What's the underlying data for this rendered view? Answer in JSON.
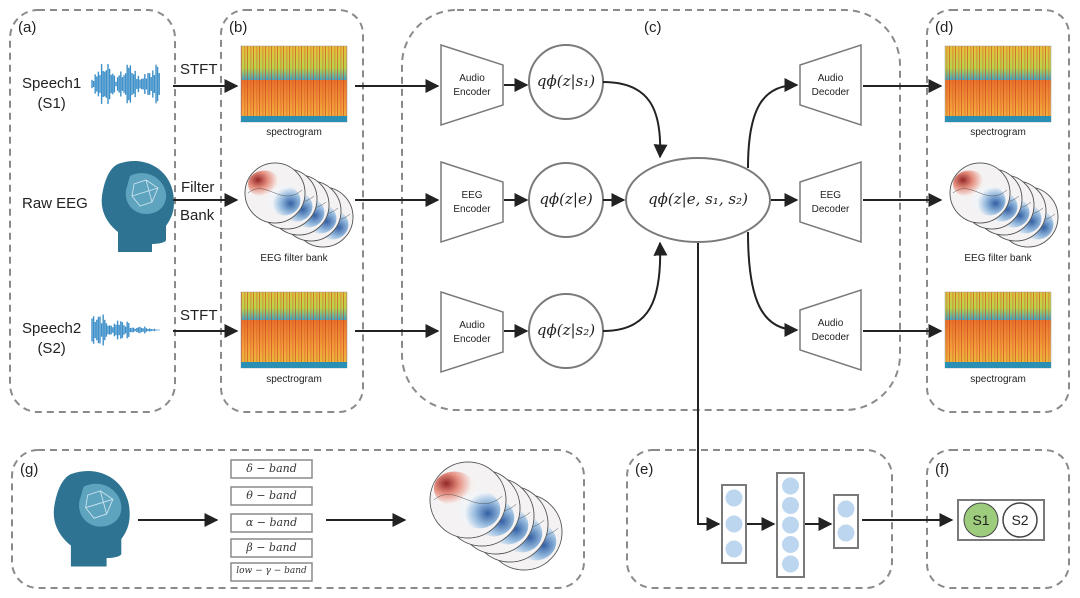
{
  "panels": {
    "a": "(a)",
    "b": "(b)",
    "c": "(c)",
    "d": "(d)",
    "e": "(e)",
    "f": "(f)",
    "g": "(g)"
  },
  "inputs": {
    "speech1": "Speech1\n(S1)",
    "raw_eeg": "Raw EEG",
    "speech2": "Speech2\n(S2)"
  },
  "transforms": {
    "stft_top": "STFT",
    "filter": "Filter",
    "bank": "Bank",
    "stft_bottom": "STFT"
  },
  "captions": {
    "spectrogram_b1": "spectrogram",
    "eeg_filter_bank_b": "EEG filter bank",
    "spectrogram_b2": "spectrogram",
    "spectrogram_d1": "spectrogram",
    "eeg_filter_bank_d": "EEG filter bank",
    "spectrogram_d2": "spectrogram"
  },
  "encoders": {
    "audio_top": "Audio\nEncoder",
    "eeg": "EEG\nEncoder",
    "audio_bottom": "Audio\nEncoder"
  },
  "decoders": {
    "audio_top": "Audio\nDecoder",
    "eeg": "EEG\nDecoder",
    "audio_bottom": "Audio\nDecoder"
  },
  "latents": {
    "q_s1": "qϕ(z|s₁)",
    "q_e": "qϕ(z|e)",
    "q_s2": "qϕ(z|s₂)",
    "q_joint": "qϕ(z|e, s₁, s₂)"
  },
  "bands": [
    "δ − band",
    "θ − band",
    "α − band",
    "β − band",
    "low − γ − band"
  ],
  "outputs": {
    "s1": "S1",
    "s2": "S2"
  },
  "colors": {
    "dashed_border": "#8a8a8a",
    "line": "#222222",
    "node_fill": "#bcd6ef",
    "node_border": "#7a7a7a",
    "waveform": "#3d8fc9",
    "head": "#2f7392",
    "s1_fill": "#9ccc7c",
    "s2_fill": "#ffffff"
  }
}
